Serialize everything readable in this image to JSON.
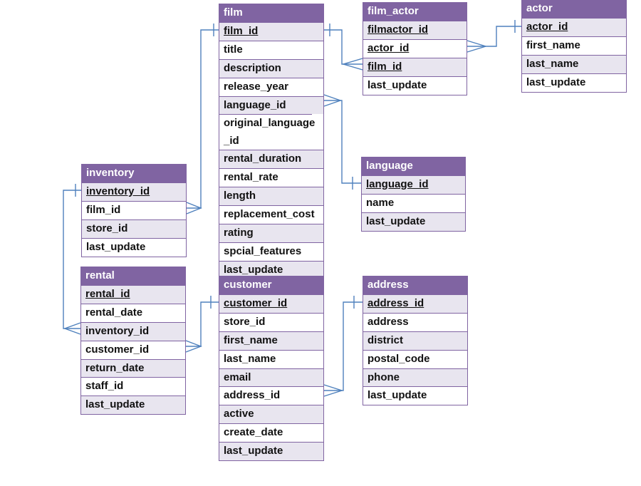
{
  "colors": {
    "header": "#8064A2",
    "row_alt": "#E8E5EF",
    "connector": "#4F81BD"
  },
  "tables": {
    "film": {
      "name": "film",
      "fields": [
        "film_id",
        "title",
        "description",
        "release_year",
        "language_id",
        "original_language _id",
        "rental_duration",
        "rental_rate",
        "length",
        "replacement_cost",
        "rating",
        "spcial_features",
        "last_update"
      ]
    },
    "film_actor": {
      "name": "film_actor",
      "fields": [
        "filmactor_id",
        "actor_id",
        "film_id",
        "last_update"
      ]
    },
    "actor": {
      "name": "actor",
      "fields": [
        "actor_id",
        "first_name",
        "last_name",
        "last_update"
      ]
    },
    "language": {
      "name": "language",
      "fields": [
        "language_id",
        "name",
        "last_update"
      ]
    },
    "inventory": {
      "name": "inventory",
      "fields": [
        "inventory_id",
        "film_id",
        "store_id",
        "last_update"
      ]
    },
    "rental": {
      "name": "rental",
      "fields": [
        "rental_id",
        "rental_date",
        "inventory_id",
        "customer_id",
        "return_date",
        "staff_id",
        "last_update"
      ]
    },
    "customer": {
      "name": "customer",
      "fields": [
        "customer_id",
        "store_id",
        "first_name",
        "last_name",
        "email",
        "address_id",
        "active",
        "create_date",
        "last_update"
      ]
    },
    "address": {
      "name": "address",
      "fields": [
        "address_id",
        "address",
        "district",
        "postal_code",
        "phone",
        "last_update"
      ]
    }
  }
}
